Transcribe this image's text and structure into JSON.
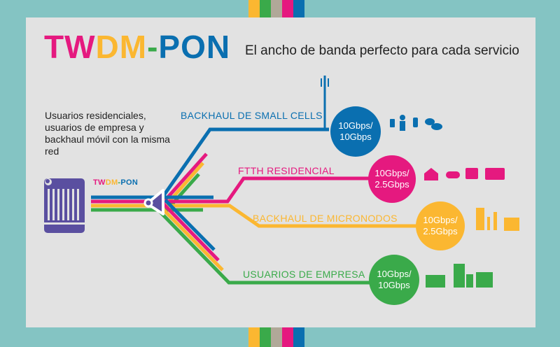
{
  "title": {
    "part1": "TW",
    "part2": "DM",
    "part3": "-",
    "part4": "PON"
  },
  "subtitle": "El ancho de banda perfecto para cada servicio",
  "intro": "Usuarios residenciales, usuarios de empresa y backhaul móvil con la misma red",
  "olt_label": {
    "part1": "TW",
    "part2": "DM",
    "part3": "-",
    "part4": "PON"
  },
  "colors": {
    "blue": "#0a6fb0",
    "magenta": "#e5197f",
    "yellow": "#fbb731",
    "green": "#3aaa4a",
    "purple": "#5a4fa0",
    "teal": "#84c4c3",
    "gray": "#b0a898"
  },
  "branches": [
    {
      "label": "BACKHAUL DE SMALL CELLS",
      "speed_line1": "10Gbps/",
      "speed_line2": "10Gbps",
      "icons": "small-cell-devices"
    },
    {
      "label": "FTTH RESIDENCIAL",
      "speed_line1": "10Gbps/",
      "speed_line2": "2.5Gbps",
      "icons": "residential-devices"
    },
    {
      "label": "BACKHAUL DE MICRONODOS",
      "speed_line1": "10Gbps/",
      "speed_line2": "2.5Gbps",
      "icons": "micronode-devices"
    },
    {
      "label": "USUARIOS DE EMPRESA",
      "speed_line1": "10Gbps/",
      "speed_line2": "10Gbps",
      "icons": "enterprise-buildings"
    }
  ]
}
